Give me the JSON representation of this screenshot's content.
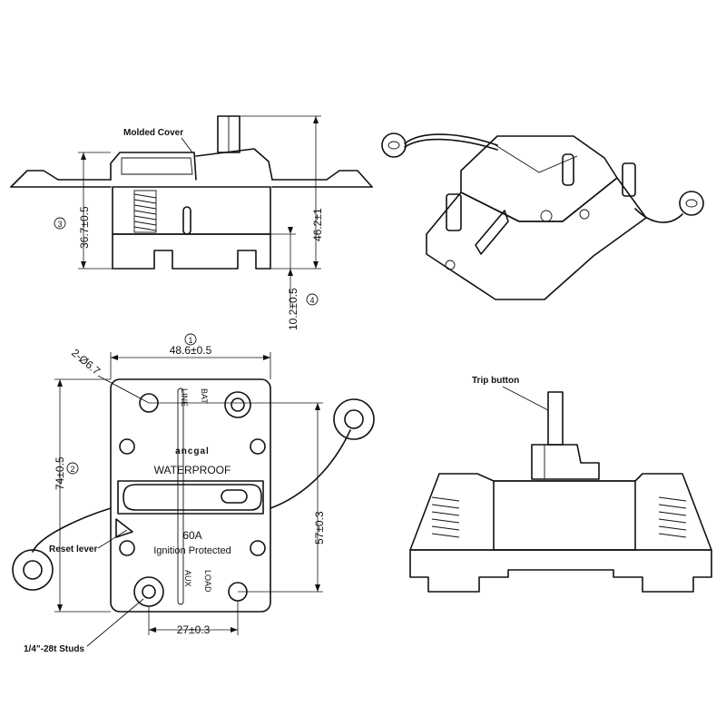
{
  "labels": {
    "molded_cover": "Molded Cover",
    "trip_button": "Trip button",
    "reset_lever": "Reset lever",
    "studs": "1/4\"-28t Studs"
  },
  "dimensions": {
    "height_body": "36.7±0.5",
    "height_total": "46.2±1",
    "flange_depth": "10.2±0.5",
    "width": "48.6±0.5",
    "hole": "2-Ø6.7",
    "length": "74±0.5",
    "hole_spacing_v": "57±0.3",
    "stud_spacing": "27±0.3"
  },
  "callouts": {
    "c1": "1",
    "c2": "2",
    "c3": "3",
    "c4": "4"
  },
  "face": {
    "brand": "ancgal",
    "waterproof": "WATERPROOF",
    "rating": "60A",
    "ignition": "Ignition Protected",
    "aux": "AUX",
    "load": "LOAD",
    "bat": "BAT",
    "line": "LINE"
  }
}
